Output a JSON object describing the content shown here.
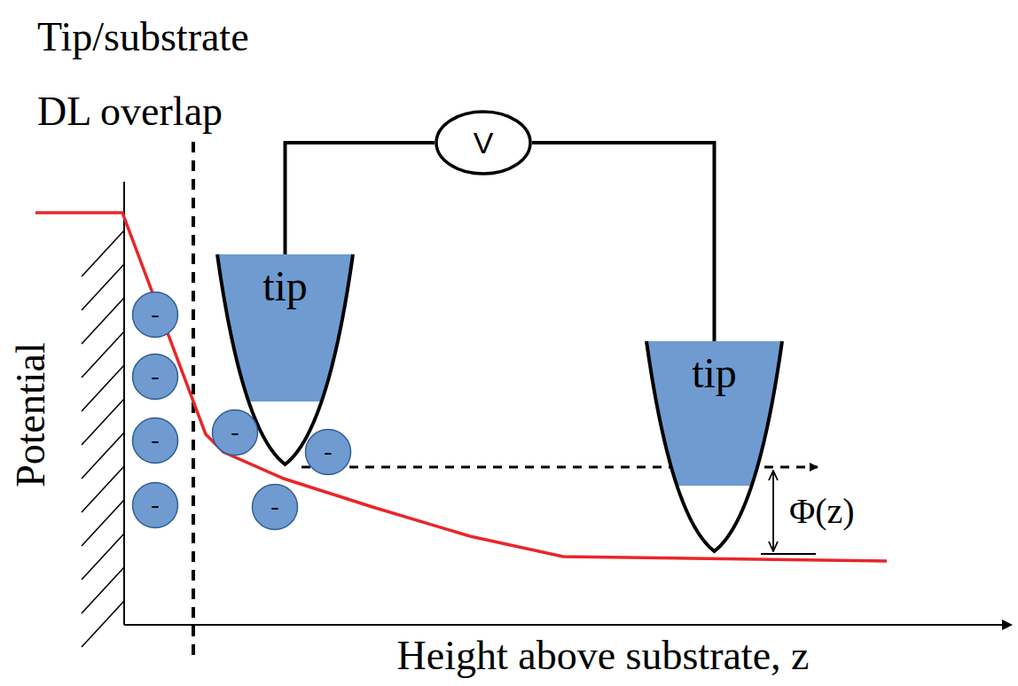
{
  "diagram": {
    "nodes": [
      {
        "text": [
          "V"
        ]
      },
      {
        "text": [
          "tip"
        ]
      },
      {
        "text": [
          "tip"
        ]
      },
      {
        "text": [
          "-"
        ]
      },
      {
        "text": [
          "-"
        ]
      },
      {
        "text": [
          "-"
        ]
      },
      {
        "text": [
          "-"
        ]
      },
      {
        "text": [
          "-"
        ]
      },
      {
        "text": [
          "-"
        ]
      },
      {
        "text": [
          "-"
        ]
      }
    ],
    "edges": [
      {
        "from": 0,
        "to": 1,
        "arrow": "none"
      },
      {
        "from": 0,
        "to": 2,
        "arrow": "none"
      }
    ],
    "labels": [
      "Tip/substrate DL overlap",
      "Potential",
      "Height above substrate, z",
      "Φ(z)"
    ]
  }
}
